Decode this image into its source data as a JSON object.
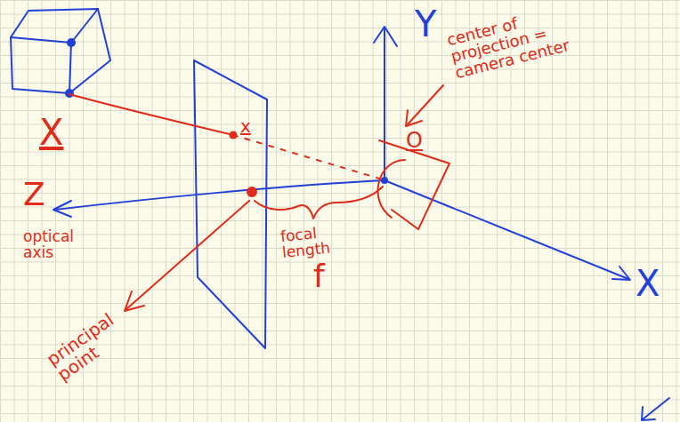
{
  "diagram": {
    "labels": [
      "Y",
      "center of projection = camera center",
      "O",
      "X",
      "x",
      "Z",
      "optical axis",
      "focal length",
      "f",
      "X",
      "principal point"
    ]
  }
}
